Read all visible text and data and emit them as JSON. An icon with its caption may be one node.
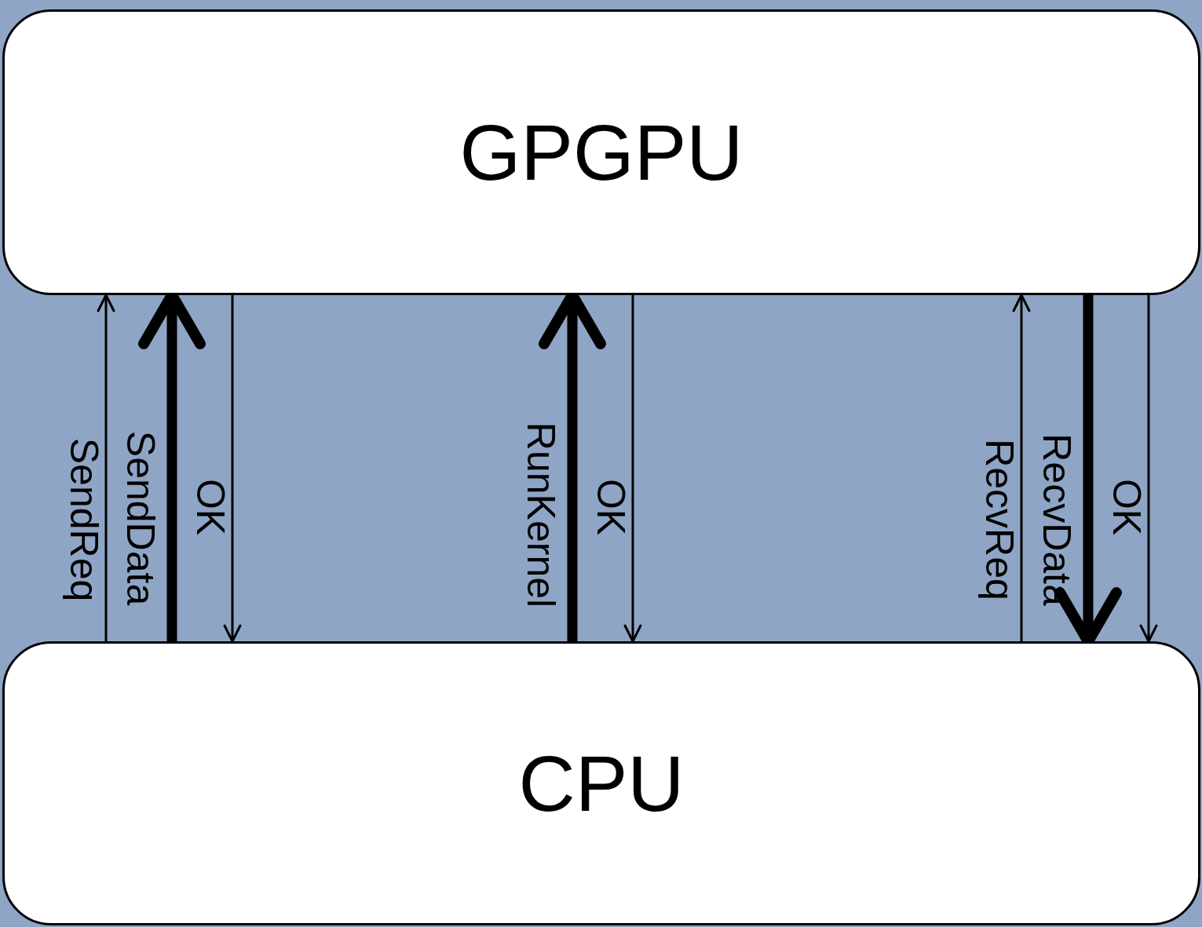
{
  "diagram": {
    "nodes": [
      {
        "text": [
          "GPGPU"
        ]
      },
      {
        "text": [
          "CPU"
        ]
      }
    ],
    "edges": [
      {
        "from": 1,
        "to": 0,
        "arrow": "to",
        "label": "SendReq"
      },
      {
        "from": 1,
        "to": 0,
        "arrow": "to",
        "label": "SendData",
        "style": "thick"
      },
      {
        "from": 0,
        "to": 1,
        "arrow": "to",
        "label": "OK"
      },
      {
        "from": 1,
        "to": 0,
        "arrow": "to",
        "label": "RunKernel",
        "style": "thick"
      },
      {
        "from": 0,
        "to": 1,
        "arrow": "to",
        "label": "OK"
      },
      {
        "from": 1,
        "to": 0,
        "arrow": "to",
        "label": "RecvReq"
      },
      {
        "from": 0,
        "to": 1,
        "arrow": "to",
        "label": "RecvData",
        "style": "thick"
      },
      {
        "from": 0,
        "to": 1,
        "arrow": "to",
        "label": "OK"
      }
    ]
  }
}
